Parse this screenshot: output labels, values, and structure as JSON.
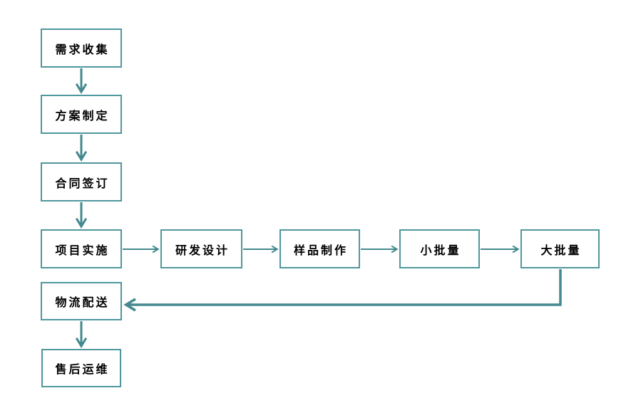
{
  "diagram": {
    "type": "flowchart",
    "colors": {
      "box_border": "#4f979d",
      "arrow": "#44898f",
      "box_fill": "#ffffff",
      "label_text": "#000000",
      "background": "#ffffff"
    },
    "nodes": [
      {
        "id": "requirements",
        "label": "需求收集"
      },
      {
        "id": "plan",
        "label": "方案制定"
      },
      {
        "id": "contract",
        "label": "合同签订"
      },
      {
        "id": "implement",
        "label": "项目实施"
      },
      {
        "id": "rnd",
        "label": "研发设计"
      },
      {
        "id": "sample",
        "label": "样品制作"
      },
      {
        "id": "smallbatch",
        "label": "小批量"
      },
      {
        "id": "largebatch",
        "label": "大批量"
      },
      {
        "id": "logistics",
        "label": "物流配送"
      },
      {
        "id": "aftersales",
        "label": "售后运维"
      }
    ],
    "edges": [
      {
        "from": "requirements",
        "to": "plan",
        "style": "straight-down"
      },
      {
        "from": "plan",
        "to": "contract",
        "style": "straight-down"
      },
      {
        "from": "contract",
        "to": "implement",
        "style": "straight-down"
      },
      {
        "from": "implement",
        "to": "rnd",
        "style": "straight-right"
      },
      {
        "from": "rnd",
        "to": "sample",
        "style": "straight-right"
      },
      {
        "from": "sample",
        "to": "smallbatch",
        "style": "straight-right"
      },
      {
        "from": "smallbatch",
        "to": "largebatch",
        "style": "straight-right"
      },
      {
        "from": "largebatch",
        "to": "logistics",
        "style": "elbow-down-left"
      },
      {
        "from": "logistics",
        "to": "aftersales",
        "style": "straight-down"
      }
    ]
  }
}
